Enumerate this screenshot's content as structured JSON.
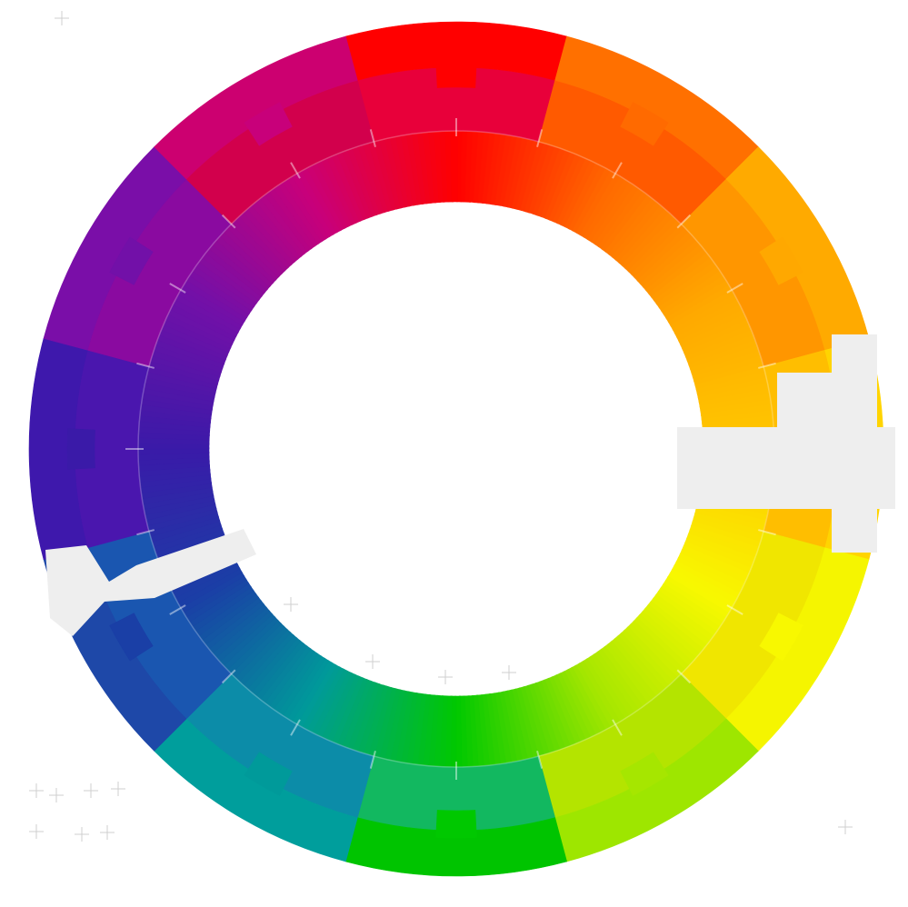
{
  "wheel": {
    "segment_count": 12,
    "gradient_stops": [
      {
        "angle": 0,
        "color": "#ff0000"
      },
      {
        "angle": 30,
        "color": "#ff6a00"
      },
      {
        "angle": 60,
        "color": "#ffa800"
      },
      {
        "angle": 90,
        "color": "#ffc800"
      },
      {
        "angle": 120,
        "color": "#f8f800"
      },
      {
        "angle": 150,
        "color": "#a6e600"
      },
      {
        "angle": 180,
        "color": "#00c800"
      },
      {
        "angle": 210,
        "color": "#009a9a"
      },
      {
        "angle": 240,
        "color": "#1a3fa6"
      },
      {
        "angle": 270,
        "color": "#3a1aa8"
      },
      {
        "angle": 300,
        "color": "#7210a8"
      },
      {
        "angle": 330,
        "color": "#c8007a"
      },
      {
        "angle": 360,
        "color": "#ff0000"
      }
    ],
    "outer_band_colors": [
      "#ff0000",
      "#ff7000",
      "#ffaa00",
      "#ffd400",
      "#f5f500",
      "#9ee600",
      "#00c400",
      "#009e9c",
      "#1e48a8",
      "#3e18ac",
      "#7a0ea8",
      "#cc0070"
    ],
    "middle_band_colors": [
      "#e8003a",
      "#ff5a00",
      "#ff9600",
      "#ffbe00",
      "#f0e600",
      "#b4e400",
      "#12b860",
      "#0c8ca8",
      "#1a56b0",
      "#4a16ae",
      "#8a0aa0",
      "#d2004c"
    ],
    "tick_color": "#ffffff"
  }
}
